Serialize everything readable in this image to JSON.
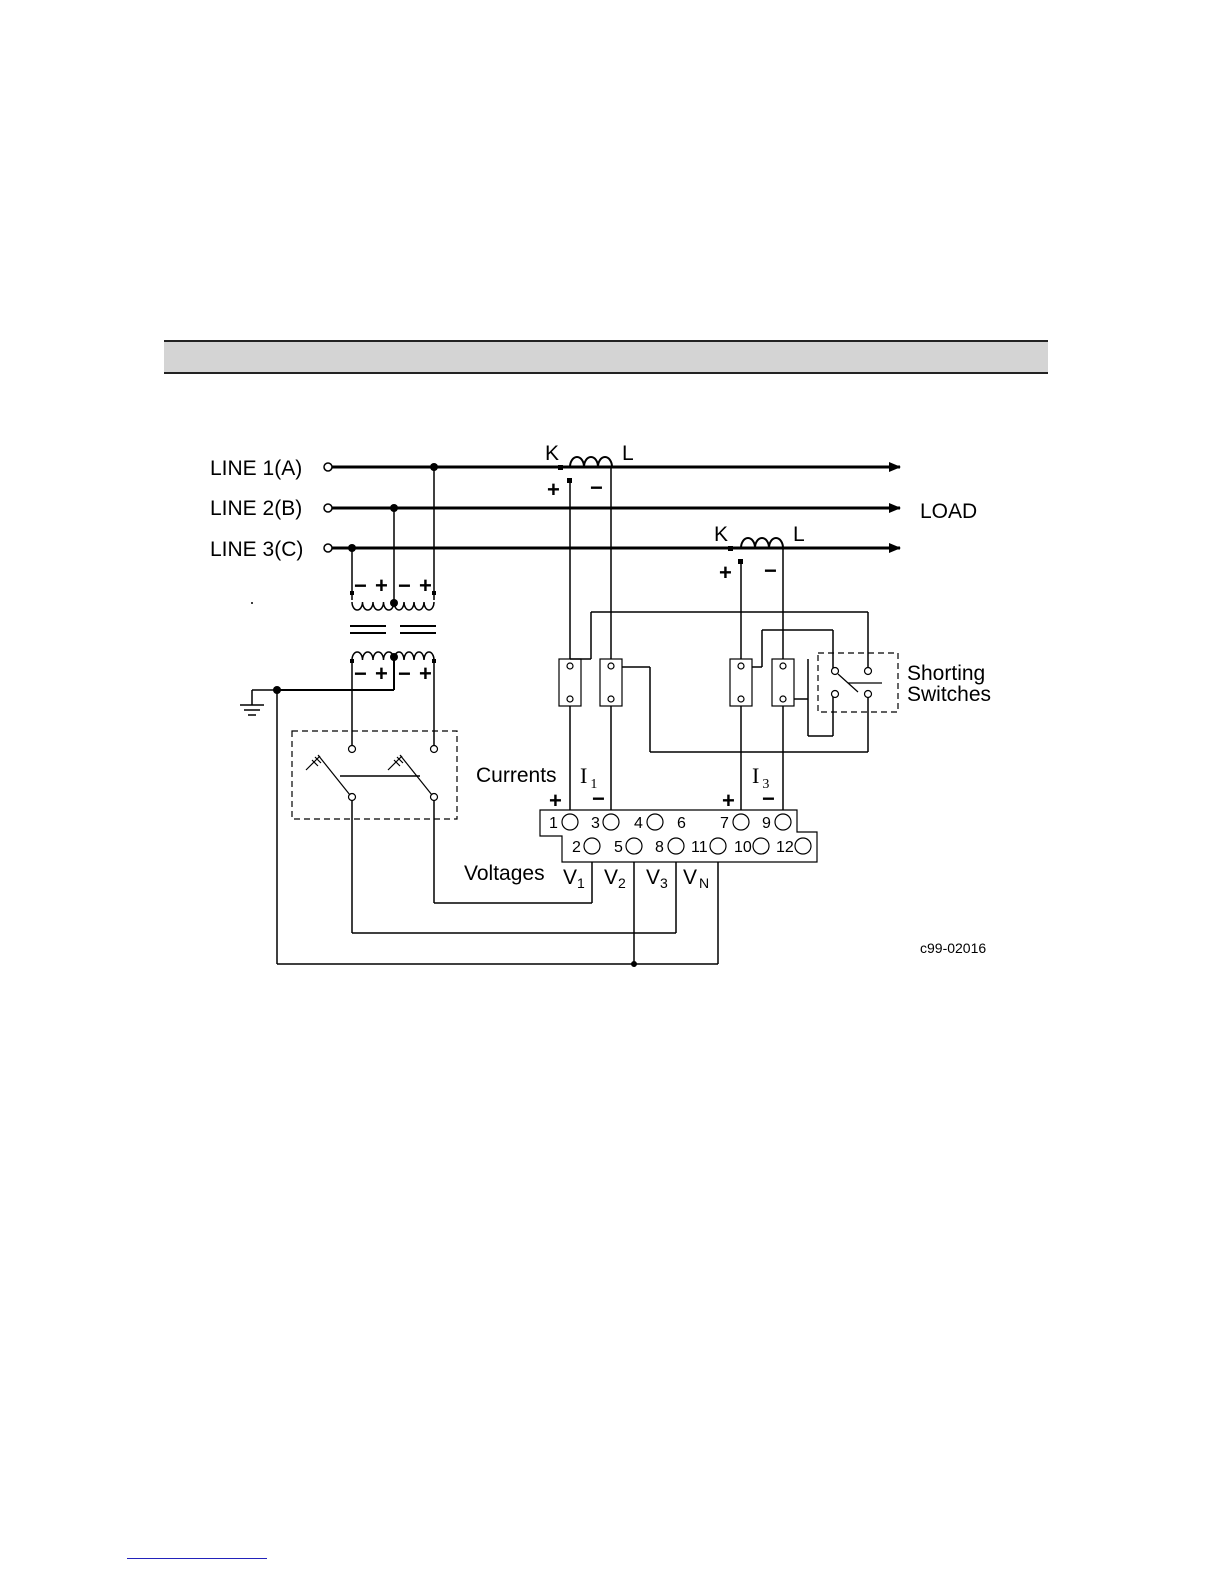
{
  "lines": {
    "line1": "LINE  1(A)",
    "line2": "LINE  2(B)",
    "line3": "LINE  3(C)",
    "load": "LOAD"
  },
  "ct": {
    "k": "K",
    "l": "L",
    "plus": "+",
    "minus": "−"
  },
  "labels": {
    "shorting1": "Shorting",
    "shorting2": "Switches",
    "currents": "Currents",
    "voltages": "Voltages",
    "i_letter": "I",
    "i1_sub": "1",
    "i3_sub": "3",
    "v_letter": "V",
    "v1_sub": "1",
    "v2_sub": "2",
    "v3_sub": "3",
    "vn_sub": "N",
    "figure_code": "c99-02016"
  },
  "terminals": {
    "top": [
      "1",
      "3",
      "4",
      "6",
      "7",
      "9"
    ],
    "bottom": [
      "2",
      "5",
      "8",
      "11",
      "10",
      "12"
    ]
  }
}
